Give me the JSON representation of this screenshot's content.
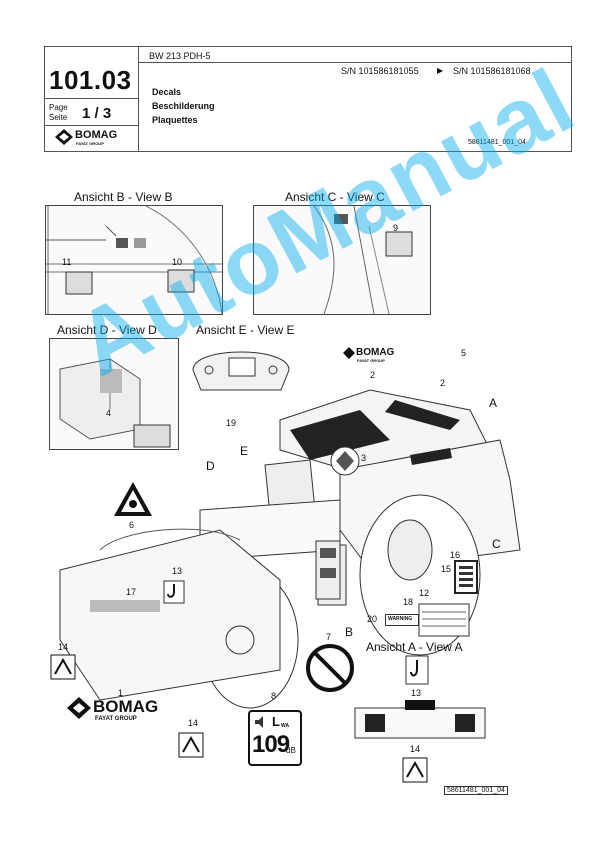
{
  "header": {
    "doc_number": "101.03",
    "model": "BW 213 PDH-5",
    "serial_from": "S/N 101586181055",
    "serial_arrow": "▶",
    "serial_to": "S/N 101586181068",
    "page_label": "Page",
    "seite_label": "Seite",
    "page_value": "1 / 3",
    "title_en": "Decals",
    "title_de": "Beschilderung",
    "title_fr": "Plaquettes",
    "drawing_ref": "58611481_001_04",
    "brand": "BOMAG",
    "brand_sub": "FAYAT GROUP"
  },
  "views": {
    "b": "Ansicht B - View B",
    "c": "Ansicht C - View C",
    "d": "Ansicht D - View D",
    "e": "Ansicht E - View E",
    "a": "Ansicht A - View A"
  },
  "letters": {
    "A": "A",
    "B": "B",
    "C": "C",
    "D": "D",
    "E": "E"
  },
  "callouts": {
    "n1": "1",
    "n2": "2",
    "n2b": "2",
    "n3": "3",
    "n4": "4",
    "n5": "5",
    "n6": "6",
    "n7": "7",
    "n8": "8",
    "n9": "9",
    "n10": "10",
    "n11": "11",
    "n12": "12",
    "n13": "13",
    "n13b": "13",
    "n14a": "14",
    "n14b": "14",
    "n14c": "14",
    "n15": "15",
    "n16": "16",
    "n17": "17",
    "n18": "18",
    "n19": "19",
    "n20": "20"
  },
  "decals": {
    "sound_l": "L",
    "sound_sub": "WA",
    "sound_value": "109",
    "sound_unit": "dB",
    "warning": "WARNING"
  },
  "machine_brand": "BOMAG",
  "machine_brand_sub": "FAYAT GROUP",
  "bottom_brand": "BOMAG",
  "bottom_brand_sub": "FAYAT GROUP",
  "footer_ref": "58611481_001_04",
  "watermark": "AutoManual",
  "colors": {
    "watermark": "#00AEEF"
  }
}
